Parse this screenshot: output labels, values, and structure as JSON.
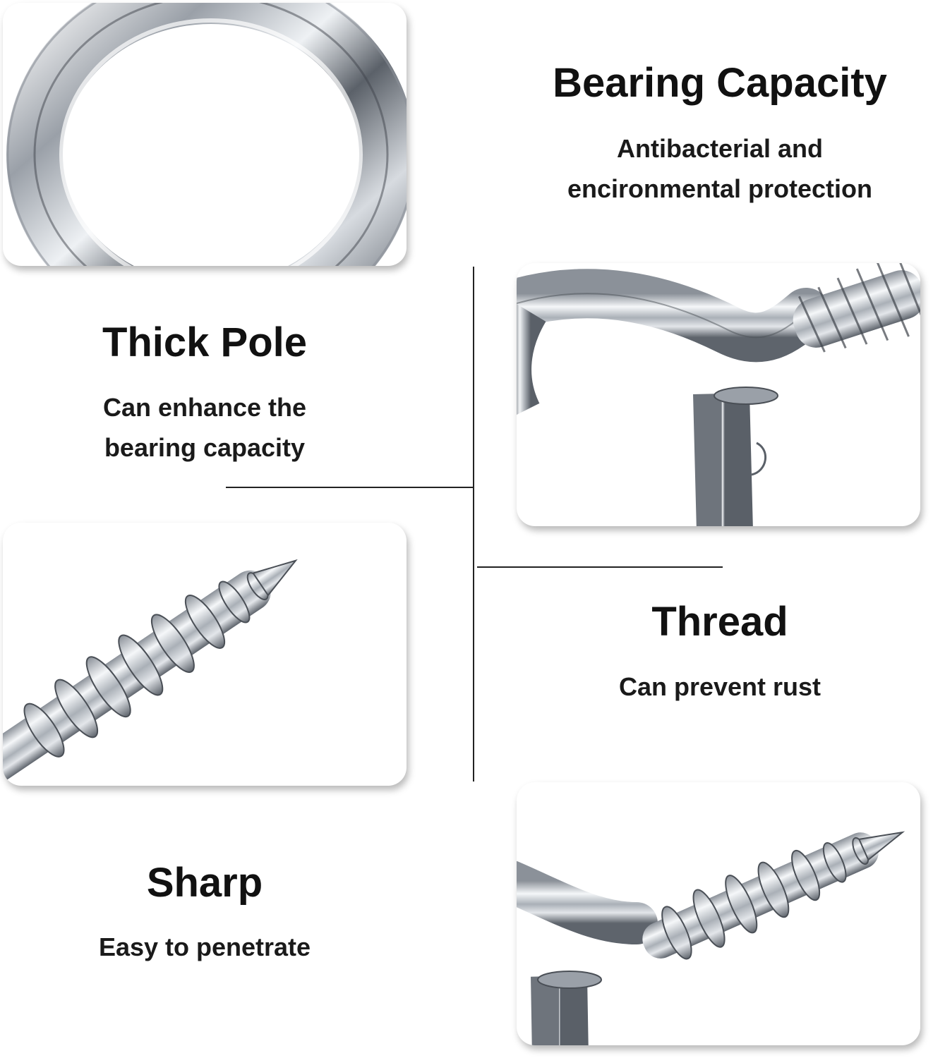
{
  "features": [
    {
      "id": "bearing",
      "title": "Bearing Capacity",
      "lines": [
        "Antibacterial and",
        "encironmental protection"
      ],
      "image_icon": "eye-ring-closeup"
    },
    {
      "id": "thick-pole",
      "title": "Thick Pole",
      "lines": [
        "Can enhance the",
        "bearing capacity"
      ],
      "image_icon": "cup-hook-curve-closeup"
    },
    {
      "id": "thread",
      "title": "Thread",
      "lines": [
        "Can prevent rust"
      ],
      "image_icon": "screw-thread-closeup"
    },
    {
      "id": "sharp",
      "title": "Sharp",
      "lines": [
        "Easy to penetrate"
      ],
      "image_icon": "screw-hook-tip-closeup"
    }
  ],
  "colors": {
    "background": "#ffffff",
    "text": "#111111",
    "metal_highlight": "#f4f6f8",
    "metal_shadow": "#4a4f56"
  }
}
